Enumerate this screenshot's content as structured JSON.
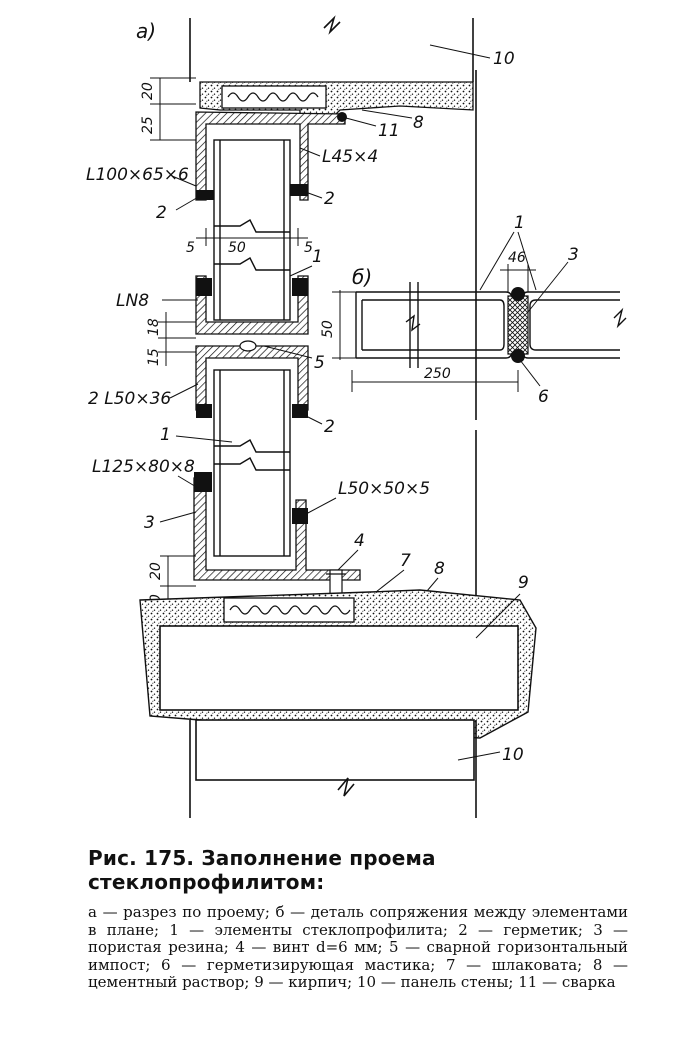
{
  "figure": {
    "section_a": "а)",
    "section_b": "б)",
    "labels": {
      "angle_100": "L100×65×6",
      "angle_45": "L45×4",
      "channel_n8": "LN8",
      "angle_2_50": "2 L50×36",
      "angle_125": "L125×80×8",
      "angle_50_50": "L50×50×5",
      "n1": "1",
      "n1b": "1",
      "n1c": "1",
      "n2a": "2",
      "n2b": "2",
      "n2c": "2",
      "n3": "3",
      "n3b": "3",
      "n4": "4",
      "n5": "5",
      "n6": "6",
      "n7": "7",
      "n8a": "8",
      "n8b": "8",
      "n9": "9",
      "n10a": "10",
      "n10b": "10",
      "n11": "11"
    },
    "dims": {
      "d20_top": "20",
      "d25": "25",
      "d5_left": "5",
      "d50_mid": "50",
      "d5_right": "5",
      "d18": "18",
      "d15": "15",
      "d20_bot": "20",
      "d20_bot2": "20",
      "d46": "46",
      "d50_b": "50",
      "d250": "250"
    }
  },
  "caption": {
    "title": "Рис. 175. Заполнение проема стеклопрофилитом:",
    "body": "а — разрез по проему; б — деталь сопряжения между элементами в плане; 1 — элементы стеклопрофилита; 2 — герметик; 3 — пористая резина; 4 — винт d=6 мм; 5 — сварной горизонтальный импост; 6 — герметизирующая мастика; 7 — шлаковата; 8 — цементный раствор; 9 — кирпич; 10 — панель стены; 11 — сварка"
  }
}
